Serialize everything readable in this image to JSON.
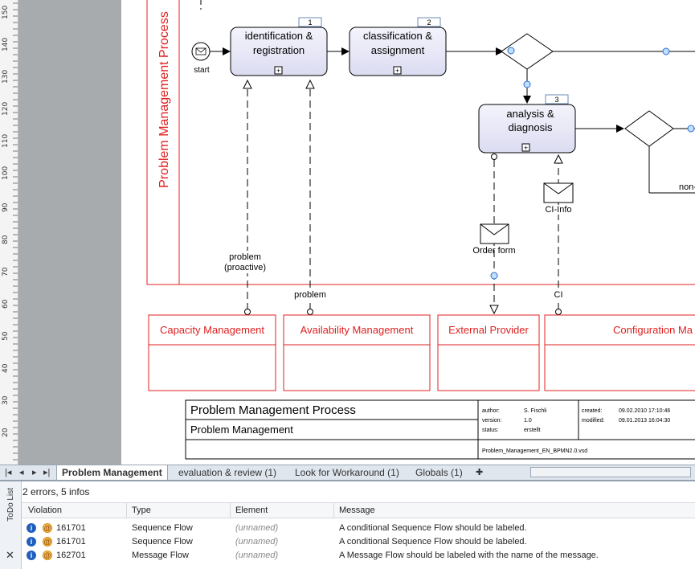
{
  "ruler": {
    "labels": [
      "150",
      "140",
      "130",
      "120",
      "110",
      "100",
      "90",
      "80",
      "70",
      "60",
      "50",
      "40",
      "30",
      "20"
    ]
  },
  "diagram": {
    "pool_label": "Problem Management Process",
    "tasks": [
      {
        "id": "1",
        "label_line1": "identification &",
        "label_line2": "registration"
      },
      {
        "id": "2",
        "label_line1": "classification &",
        "label_line2": "assignment"
      },
      {
        "id": "3",
        "label_line1": "analysis &",
        "label_line2": "diagnosis"
      }
    ],
    "start_label": "start",
    "flow_labels": {
      "problem_proactive_1": "problem",
      "problem_proactive_2": "(proactive)",
      "problem": "problem",
      "order_form": "Order form",
      "ci_info": "CI-Info",
      "ci": "CI",
      "non_trunc": "non-"
    },
    "external_pools": [
      "Capacity Management",
      "Availability Management",
      "External Provider",
      "Configuration Ma"
    ],
    "title_block": {
      "title": "Problem Management Process",
      "subtitle": "Problem Management",
      "author_label": "author:",
      "author": "S. Fischli",
      "version_label": "version:",
      "version": "1.0",
      "status_label": "status:",
      "status": "erstellt",
      "created_label": "created:",
      "created": "09.02.2010 17:10:46",
      "modified_label": "modified:",
      "modified": "09.01.2013 16:04:30",
      "file": "Problem_Management_EN_BPMN2.0.vsd"
    }
  },
  "tabs": [
    {
      "label": "Problem Management",
      "active": true
    },
    {
      "label": "evaluation & review (1)"
    },
    {
      "label": "Look for Workaround (1)"
    },
    {
      "label": "Globals (1)"
    }
  ],
  "todo": {
    "title": "ToDo List",
    "summary": "2 errors, 5 infos",
    "columns": [
      "Violation",
      "Type",
      "Element",
      "Message"
    ],
    "rows": [
      {
        "id": "161701",
        "type": "Sequence Flow",
        "element": "(unnamed)",
        "message": "A conditional Sequence Flow should be labeled."
      },
      {
        "id": "161701",
        "type": "Sequence Flow",
        "element": "(unnamed)",
        "message": "A conditional Sequence Flow should be labeled."
      },
      {
        "id": "162701",
        "type": "Message Flow",
        "element": "(unnamed)",
        "message": "A Message Flow should be labeled with the name of the message."
      }
    ]
  }
}
